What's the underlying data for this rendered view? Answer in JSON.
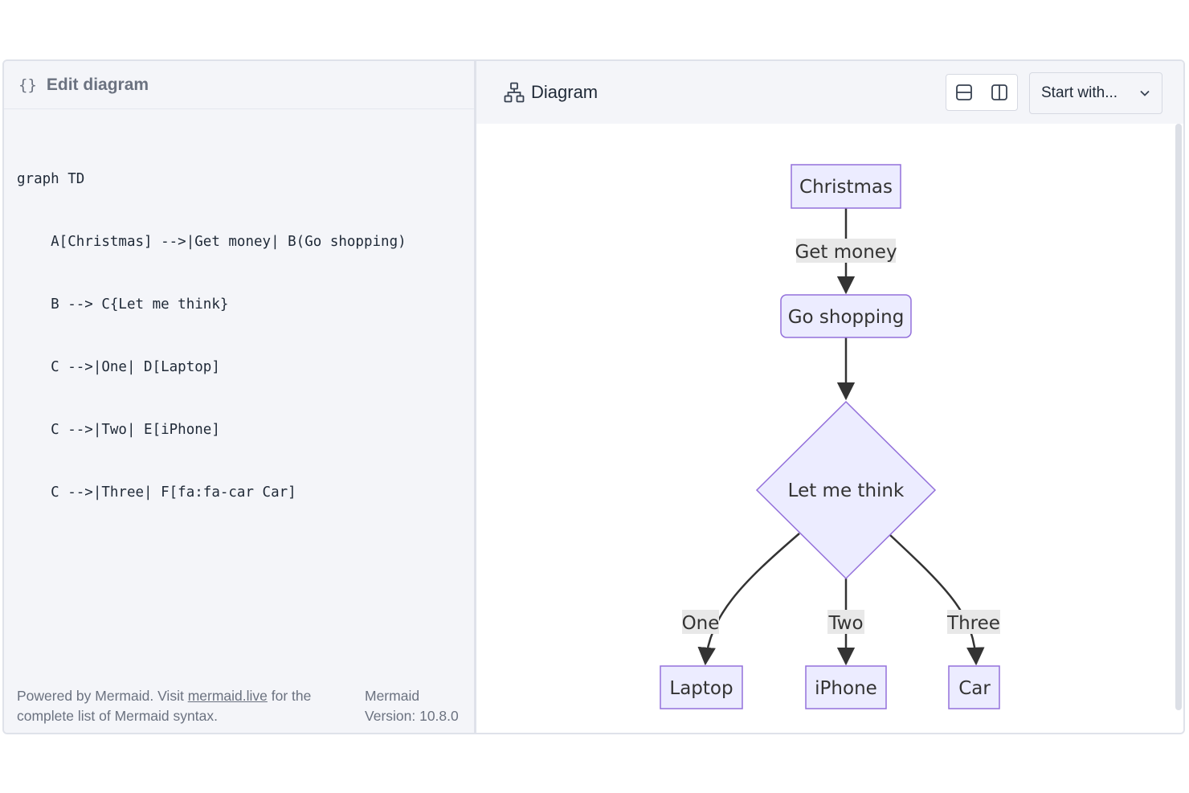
{
  "editor": {
    "braces_icon": "{}",
    "title": "Edit diagram",
    "code_lines": [
      "graph TD",
      "    A[Christmas] -->|Get money| B(Go shopping)",
      "    B --> C{Let me think}",
      "    C -->|One| D[Laptop]",
      "    C -->|Two| E[iPhone]",
      "    C -->|Three| F[fa:fa-car Car]"
    ],
    "footer": {
      "prefix": "Powered by Mermaid. Visit ",
      "link": "mermaid.live",
      "suffix": " for the complete list of Mermaid syntax.",
      "version": "Mermaid Version: 10.8.0"
    }
  },
  "preview": {
    "title": "Diagram",
    "start_select": "Start with...",
    "diagram": {
      "nodes": {
        "christmas": "Christmas",
        "shopping": "Go shopping",
        "think": "Let me think",
        "laptop": "Laptop",
        "iphone": "iPhone",
        "car": "Car"
      },
      "edges": {
        "get_money": "Get money",
        "one": "One",
        "two": "Two",
        "three": "Three"
      }
    }
  },
  "colors": {
    "node_fill": "#ececff",
    "node_stroke": "#9370db",
    "edge": "#333333",
    "edge_label_bg": "#e8e8e8"
  },
  "icons": [
    "braces-icon",
    "diagram-icon",
    "split-horizontal-icon",
    "split-vertical-icon",
    "chevron-down-icon"
  ]
}
